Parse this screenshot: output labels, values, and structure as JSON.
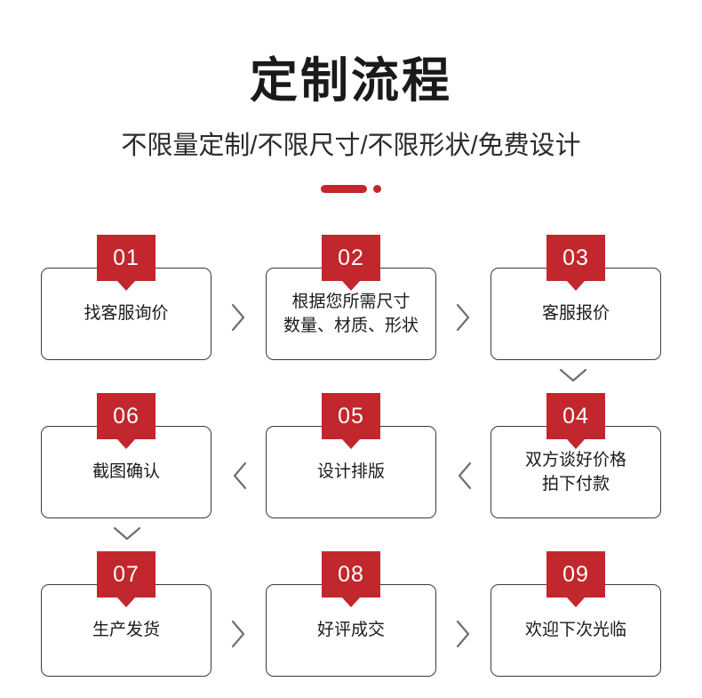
{
  "header": {
    "title": "定制流程",
    "subtitle": "不限量定制/不限尺寸/不限形状/免费设计",
    "accent_color": "#c1272d",
    "divider": {
      "bar": "",
      "dot": ""
    }
  },
  "flow": {
    "rows": [
      {
        "direction": "left-to-right",
        "cells": [
          {
            "number": "01",
            "text": "找客服询价"
          },
          {
            "number": "02",
            "text": "根据您所需尺寸\n数量、材质、形状"
          },
          {
            "number": "03",
            "text": "客服报价"
          }
        ]
      },
      {
        "direction": "right-to-left",
        "cells": [
          {
            "number": "06",
            "text": "截图确认"
          },
          {
            "number": "05",
            "text": "设计排版"
          },
          {
            "number": "04",
            "text": "双方谈好价格\n拍下付款"
          }
        ]
      },
      {
        "direction": "left-to-right",
        "cells": [
          {
            "number": "07",
            "text": "生产发货"
          },
          {
            "number": "08",
            "text": "好评成交"
          },
          {
            "number": "09",
            "text": "欢迎下次光临"
          }
        ]
      }
    ],
    "connector_icons": {
      "right": "chevron-right-icon",
      "left": "chevron-left-icon",
      "down": "chevron-down-icon"
    }
  }
}
